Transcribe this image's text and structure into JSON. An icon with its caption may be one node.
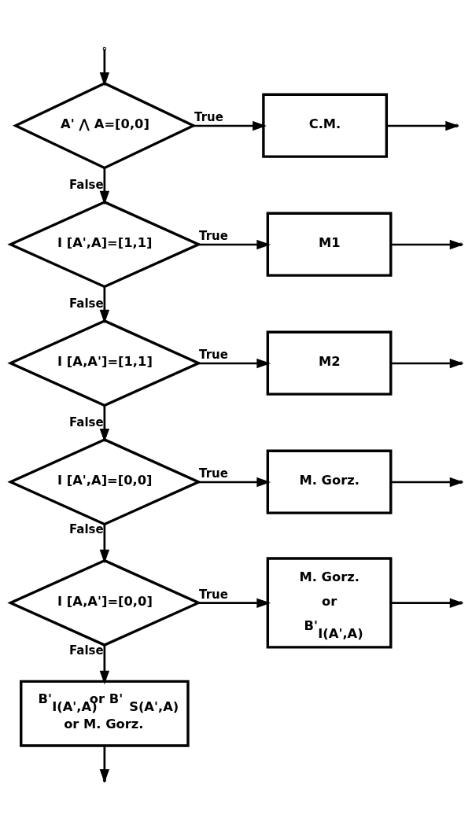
{
  "diagram": {
    "nodes": [
      {
        "text": [
          "A' ⋀ A=[0,0]"
        ]
      },
      {
        "text": [
          "C.M."
        ]
      },
      {
        "text": [
          "I [A',A]=[1,1]"
        ]
      },
      {
        "text": [
          "M1"
        ]
      },
      {
        "text": [
          "I [A,A']=[1,1]"
        ]
      },
      {
        "text": [
          "M2"
        ]
      },
      {
        "text": [
          "I [A',A]=[0,0]"
        ]
      },
      {
        "text": [
          "M. Gorz."
        ]
      },
      {
        "text": [
          "I [A,A']=[0,0]"
        ]
      },
      {
        "text": [
          "M. Gorz.",
          "or",
          "B'$_{I(A',A)}$"
        ]
      },
      {
        "text": [
          "B'$_{I(A',A)}$ or B'$_{S(A',A)}$",
          "or M. Gorz."
        ]
      }
    ],
    "edges": [
      {
        "from": null,
        "to": 0,
        "arrow": "to"
      },
      {
        "from": 0,
        "to": 1,
        "arrow": "to",
        "label": "True"
      },
      {
        "from": 0,
        "to": 2,
        "arrow": "to",
        "label": "False"
      },
      {
        "from": 1,
        "to": null,
        "arrow": "to"
      },
      {
        "from": 2,
        "to": 3,
        "arrow": "to",
        "label": "True"
      },
      {
        "from": 2,
        "to": 4,
        "arrow": "to",
        "label": "False"
      },
      {
        "from": 3,
        "to": null,
        "arrow": "to"
      },
      {
        "from": 4,
        "to": 5,
        "arrow": "to",
        "label": "True"
      },
      {
        "from": 4,
        "to": 6,
        "arrow": "to",
        "label": "False"
      },
      {
        "from": 5,
        "to": null,
        "arrow": "to"
      },
      {
        "from": 6,
        "to": 7,
        "arrow": "to",
        "label": "True"
      },
      {
        "from": 6,
        "to": 8,
        "arrow": "to",
        "label": "False"
      },
      {
        "from": 7,
        "to": null,
        "arrow": "to"
      },
      {
        "from": 8,
        "to": 9,
        "arrow": "to",
        "label": "True"
      },
      {
        "from": 8,
        "to": 10,
        "arrow": "to",
        "label": "False"
      },
      {
        "from": 9,
        "to": null,
        "arrow": "to"
      },
      {
        "from": 10,
        "to": null,
        "arrow": "to"
      }
    ]
  }
}
